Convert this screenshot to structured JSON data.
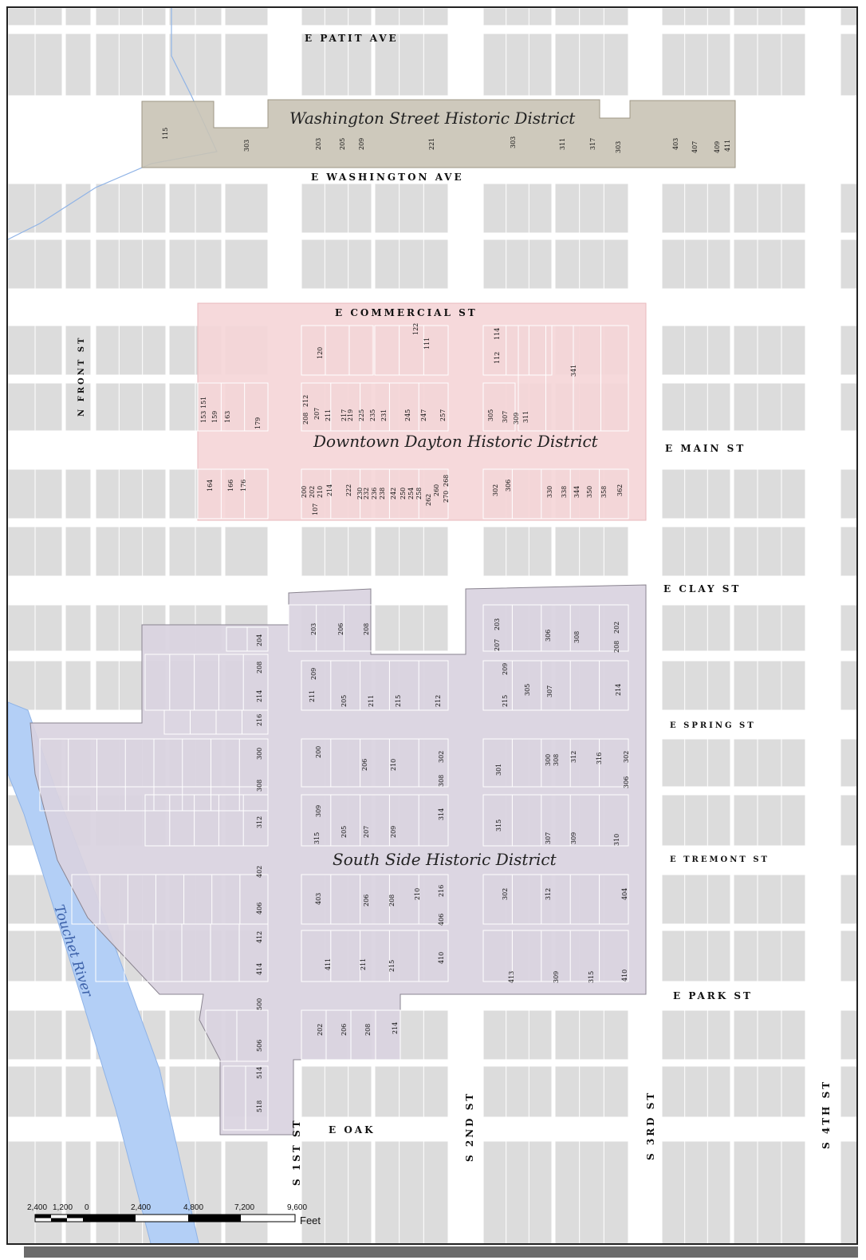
{
  "streets": {
    "e_patit": "E PATIT AVE",
    "e_washington": "E WASHINGTON AVE",
    "e_commercial": "E COMMERCIAL ST",
    "e_main": "E MAIN ST",
    "e_clay": "E CLAY ST",
    "e_spring": "E SPRING ST",
    "e_tremont": "E TREMONT ST",
    "e_park": "E PARK ST",
    "e_oak": "E OAK",
    "n_front": "N FRONT ST",
    "s_1st": "S 1ST ST",
    "s_2nd": "S 2ND ST",
    "s_3rd": "S 3RD ST",
    "s_4th": "S 4TH ST"
  },
  "districts": {
    "washington": "Washington Street Historic District",
    "downtown": "Downtown Dayton Historic District",
    "south_side": "South Side Historic District"
  },
  "river": "Touchet River",
  "colors": {
    "parcel": "#dcdcdc",
    "washington_fill": "#c9c3b5",
    "downtown_fill": "#f5d5d7",
    "south_fill": "#d9d3e0",
    "river_fill": "#b3cff6"
  },
  "scale": {
    "ticks": [
      "2,400",
      "1,200",
      "0",
      "2,400",
      "4,800",
      "7,200",
      "9,600"
    ],
    "unit": "Feet"
  },
  "addresses": {
    "washington": [
      "115",
      "303",
      "203",
      "205",
      "209",
      "221",
      "303",
      "311",
      "317",
      "303",
      "403",
      "407",
      "409",
      "411"
    ],
    "downtown_north": [
      "122",
      "111",
      "114",
      "120",
      "112",
      "341",
      "151",
      "153",
      "159",
      "163",
      "179",
      "208",
      "212",
      "207",
      "211",
      "217",
      "219",
      "225",
      "235",
      "231",
      "245",
      "247",
      "257",
      "305",
      "307",
      "309",
      "311"
    ],
    "downtown_south": [
      "164",
      "166",
      "176",
      "200",
      "202",
      "210",
      "214",
      "222",
      "230",
      "232",
      "236",
      "238",
      "242",
      "250",
      "254",
      "258",
      "262",
      "260",
      "270",
      "268",
      "302",
      "306",
      "330",
      "338",
      "344",
      "350",
      "358",
      "362",
      "107"
    ],
    "south_side": [
      "204",
      "208",
      "214",
      "216",
      "300",
      "308",
      "312",
      "402",
      "406",
      "412",
      "414",
      "500",
      "506",
      "514",
      "518",
      "203",
      "206",
      "208",
      "209",
      "211",
      "205",
      "211",
      "215",
      "212",
      "200",
      "206",
      "210",
      "302",
      "308",
      "309",
      "315",
      "205",
      "207",
      "209",
      "314",
      "403",
      "206",
      "208",
      "210",
      "216",
      "406",
      "411",
      "211",
      "215",
      "410",
      "202",
      "206",
      "208",
      "214",
      "203",
      "207",
      "306",
      "308",
      "208",
      "202",
      "209",
      "215",
      "305",
      "307",
      "214",
      "301",
      "300",
      "308",
      "312",
      "316",
      "302",
      "306",
      "315",
      "307",
      "309",
      "310",
      "302",
      "312",
      "404",
      "413",
      "309",
      "315",
      "410"
    ]
  }
}
